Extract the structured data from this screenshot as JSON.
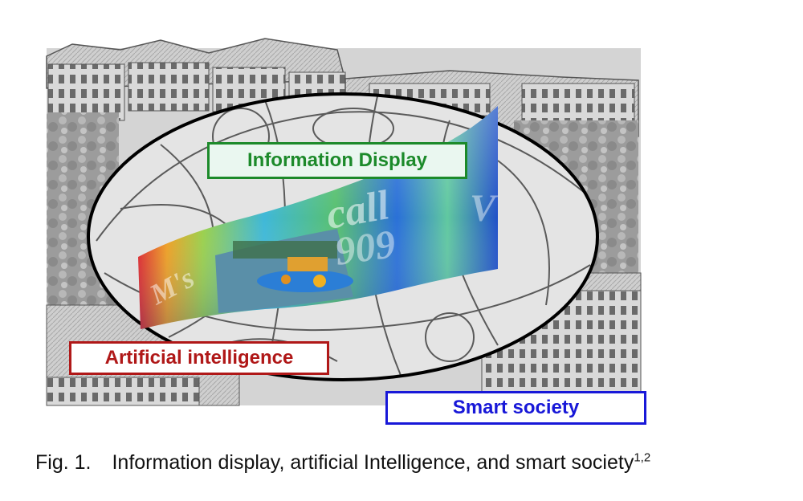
{
  "labels": {
    "information_display": "Information Display",
    "artificial_intelligence": "Artificial intelligence",
    "smart_society": "Smart society"
  },
  "display_text": {
    "m_s": "M's",
    "call": "call",
    "number": "909",
    "v": "V"
  },
  "caption": {
    "figure_number": "Fig. 1.",
    "text": "Information display, artificial Intelligence, and smart society",
    "superscript": "1,2"
  },
  "colors": {
    "information_display": "#1c8a2a",
    "artificial_intelligence": "#b01818",
    "smart_society": "#1818d8"
  }
}
